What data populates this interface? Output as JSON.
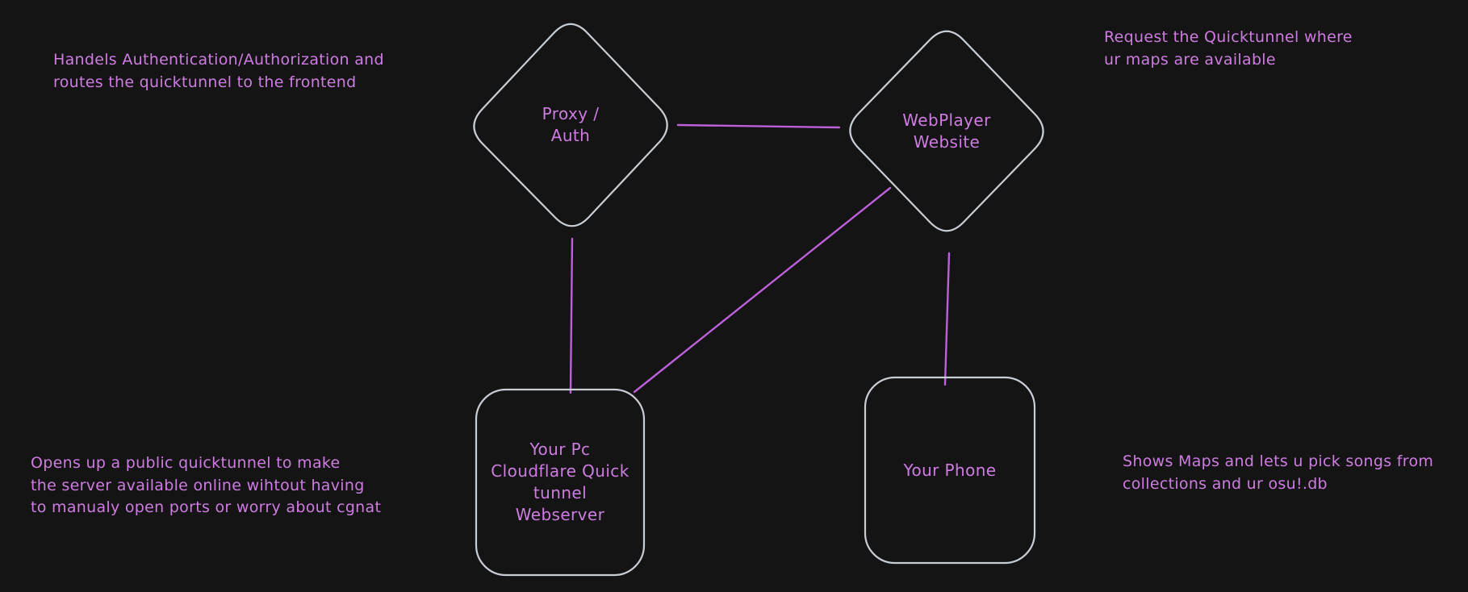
{
  "canvas": {
    "background_color": "#141414",
    "shape_stroke_color": "#c9ced4",
    "connector_color": "#bd60da",
    "text_color": "#cf7ce2"
  },
  "nodes": {
    "proxy": {
      "shape": "diamond",
      "lines": [
        "Proxy /",
        "Auth"
      ]
    },
    "webplayer": {
      "shape": "diamond",
      "lines": [
        "WebPlayer",
        "Website"
      ]
    },
    "pc": {
      "shape": "rounded-rectangle",
      "lines": [
        "Your Pc",
        "Cloudflare Quick",
        "tunnel",
        "Webserver"
      ]
    },
    "phone": {
      "shape": "rounded-rectangle",
      "lines": [
        "Your Phone"
      ]
    }
  },
  "connectors": [
    {
      "from": "proxy",
      "to": "webplayer"
    },
    {
      "from": "proxy",
      "to": "pc"
    },
    {
      "from": "webplayer",
      "to": "pc"
    },
    {
      "from": "webplayer",
      "to": "phone"
    }
  ],
  "notes": {
    "auth": {
      "lines": [
        "Handels Authentication/Authorization and",
        "routes the quicktunnel to the frontend"
      ]
    },
    "request": {
      "lines": [
        "Request the Quicktunnel where",
        "ur maps are available"
      ]
    },
    "tunnel": {
      "lines": [
        "Opens up a public quicktunnel to make",
        "the server available online wihtout having",
        "to manualy open ports or worry about cgnat"
      ]
    },
    "maps": {
      "lines": [
        "Shows Maps and lets u pick songs from",
        "collections and ur osu!.db"
      ]
    }
  }
}
